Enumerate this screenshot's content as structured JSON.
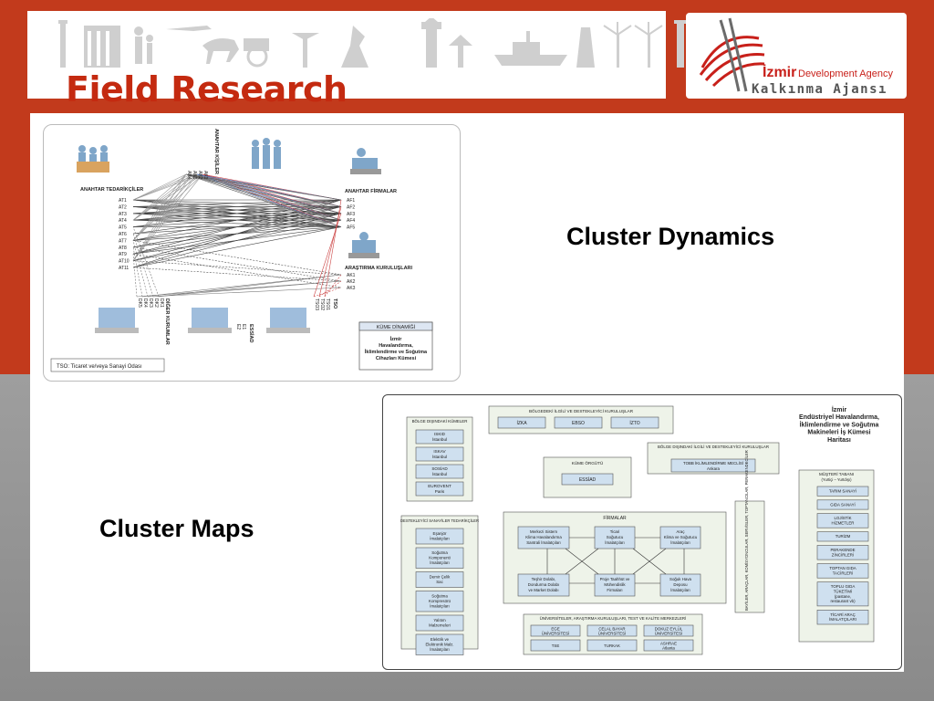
{
  "slide": {
    "title": "Field Research",
    "label_dynamics": "Cluster Dynamics",
    "label_maps": "Cluster Maps"
  },
  "logo": {
    "brand": "İzmir",
    "brand_suffix": "Development Agency",
    "subtitle": "Kalkınma Ajansı",
    "colors": {
      "red": "#c8201a",
      "gray": "#6b6b6b"
    }
  },
  "dynamics": {
    "top_group": "ANAHTAR KİŞİLER",
    "top_items": [
      "AK1",
      "AK2",
      "AK3",
      "AK4"
    ],
    "left_group": "ANAHTAR TEDARİKÇİLER",
    "left_items": [
      "AT1",
      "AT2",
      "AT3",
      "AT4",
      "AT5",
      "AT6",
      "AT7",
      "AT8",
      "AT9",
      "AT10",
      "AT11"
    ],
    "right_group": "ANAHTAR FİRMALAR",
    "right_items": [
      "AF1",
      "AF2",
      "AF3",
      "AF4",
      "AF5"
    ],
    "research_group": "ARAŞTIRMA KURULUŞLARI",
    "research_items": [
      "AK1",
      "AK2",
      "AK3"
    ],
    "bottom_left_group": "DİĞER KURUMLAR",
    "bottom_left_items": [
      "DK1",
      "DK2",
      "DK3",
      "DK4",
      "DK5"
    ],
    "essiad_group": "ESSİAD",
    "essiad_items": [
      "E1",
      "E2"
    ],
    "tso_group": "TSO",
    "tso_items": [
      "TSO1",
      "TSO2",
      "TSO3"
    ],
    "legend_title": "KÜME DİNAMİĞİ",
    "legend_line1": "İzmir",
    "legend_line2": "Havalandırma,",
    "legend_line3": "İklimlendirme ve Soğutma",
    "legend_line4": "Cihazları Kümesi",
    "footnote": "TSO: Ticaret ve/veya Sanayi Odası"
  },
  "map": {
    "title1": "İzmir",
    "title2": "Endüstriyel Havalandırma,",
    "title3": "İklimlendirme ve Soğutma",
    "title4": "Makineleri İş Kümesi",
    "title5": "Haritası",
    "regional_support": "BÖLGEDEKİ İLGİLİ VE DESTEKLEYİCİ KURULUŞLAR",
    "regional_items": [
      "İZKA",
      "EBSO",
      "İZTO"
    ],
    "outside_support": "BÖLGE DIŞINDAKİ İLGİLİ VE DESTEKLEYİCİ KURULUŞLAR",
    "outside_item1": "TOBB İKLİMLENDİRME MECLİSİ",
    "outside_item2": "Ankara",
    "outside_clusters": "BÖLGE DIŞINDAKİ KÜMELER",
    "outside_cluster_items": [
      [
        "ISKID",
        "İstanbul"
      ],
      [
        "ISKAV",
        "İstanbul"
      ],
      [
        "SOSİAD",
        "İstanbul"
      ],
      [
        "EUROVENT",
        "Paris"
      ]
    ],
    "cluster_org": "KÜME ÖRGÜTÜ",
    "cluster_org_item": "ESSİAD",
    "support_industries": "DESTEKLEYİCİ SANAYİLER TEDARİKÇİLER",
    "support_items": [
      [
        "Eşanjör",
        "İmalatçıları"
      ],
      [
        "Soğutma",
        "Komponenti",
        "İmalatçıları"
      ],
      [
        "Demir Çelik",
        "Sac"
      ],
      [
        "Soğutma",
        "Kompresörü",
        "İmalatçıları"
      ],
      [
        "Yalıtım",
        "Malzemeleri"
      ],
      [
        "Elektrik ve",
        "Elektronik Malz.",
        "İmalatçıları"
      ]
    ],
    "firms": "FİRMALAR",
    "firm_items": [
      [
        "Merkezi Sistem",
        "Klima Havalandırma",
        "Santrali İmalatçıları"
      ],
      [
        "Ticari",
        "Soğutucu",
        "İmalatçıları"
      ],
      [
        "Araç",
        "Klima ve Soğutucu",
        "İmalatçıları"
      ],
      [
        "Teşhir Dolabı,",
        "Dondurma Dolabı",
        "ve Market Dolabı"
      ],
      [
        "Proje Taahhüt ve",
        "Mühendislik",
        "Firmaları"
      ],
      [
        "Soğuk Hava",
        "Deposu",
        "İmalatçıları"
      ]
    ],
    "dealers": "BAYİLER, ARAÇLAR, KOMİSYONCULAR, SERVİSLER, TOPTANCILAR, PERAKENDECİLER",
    "customers": "MÜŞTERİ TABANI",
    "customers_sub": "(Yurtiçi – Yurtdışı)",
    "customer_items": [
      [
        "TARIM SANAYİ"
      ],
      [
        "GIDA SANAYİ"
      ],
      [
        "LOJİSTİK",
        "HİZMETLER"
      ],
      [
        "TURİZM"
      ],
      [
        "PERAKENDE",
        "ZİNCİRLERİ"
      ],
      [
        "TOPTAN GIDA",
        "TACİRLERİ"
      ],
      [
        "TOPLU GIDA",
        "TÜKETİMİ",
        "(pastane,",
        "restaurant vb)"
      ],
      [
        "TİCARİ ARAÇ",
        "İMALATÇILARI"
      ]
    ],
    "universities": "ÜNİVERSİTELER, ARAŞTIRMA KURULUŞLARI, TEST VE KALİTE MERKEZLERİ",
    "university_items": [
      [
        "EGE",
        "ÜNİVERSİTESİ"
      ],
      [
        "CELAL BAYAR",
        "ÜNİVERSİTESİ"
      ],
      [
        "DOKUZ EYLÜL",
        "ÜNİVERSİTESİ"
      ],
      [
        "TSE"
      ],
      [
        "TURKAK"
      ],
      [
        "ASHRAE",
        "Atlanta"
      ]
    ]
  }
}
